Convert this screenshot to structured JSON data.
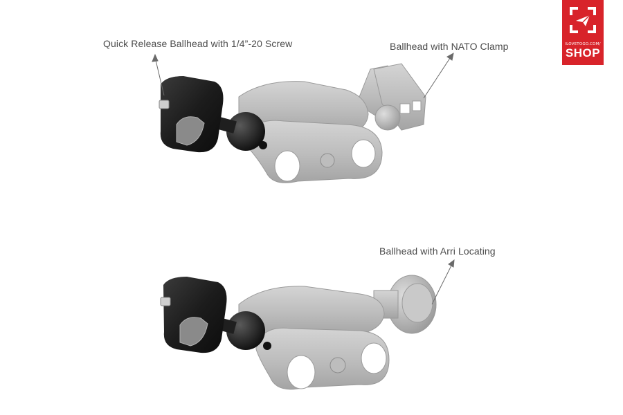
{
  "labels": {
    "quick_release": "Quick Release Ballhead with 1/4”-20 Screw",
    "nato": "Ballhead with NATO Clamp",
    "arri": "Ballhead with Arri Locating"
  },
  "logo": {
    "domain": "ILOVETOGO.COM/",
    "shop": "SHOP"
  },
  "colors": {
    "brand_red": "#d8232a",
    "label_text": "#4a4a4a",
    "arm_gray": "#bdbdbd",
    "head_black": "#1e1e1e"
  }
}
